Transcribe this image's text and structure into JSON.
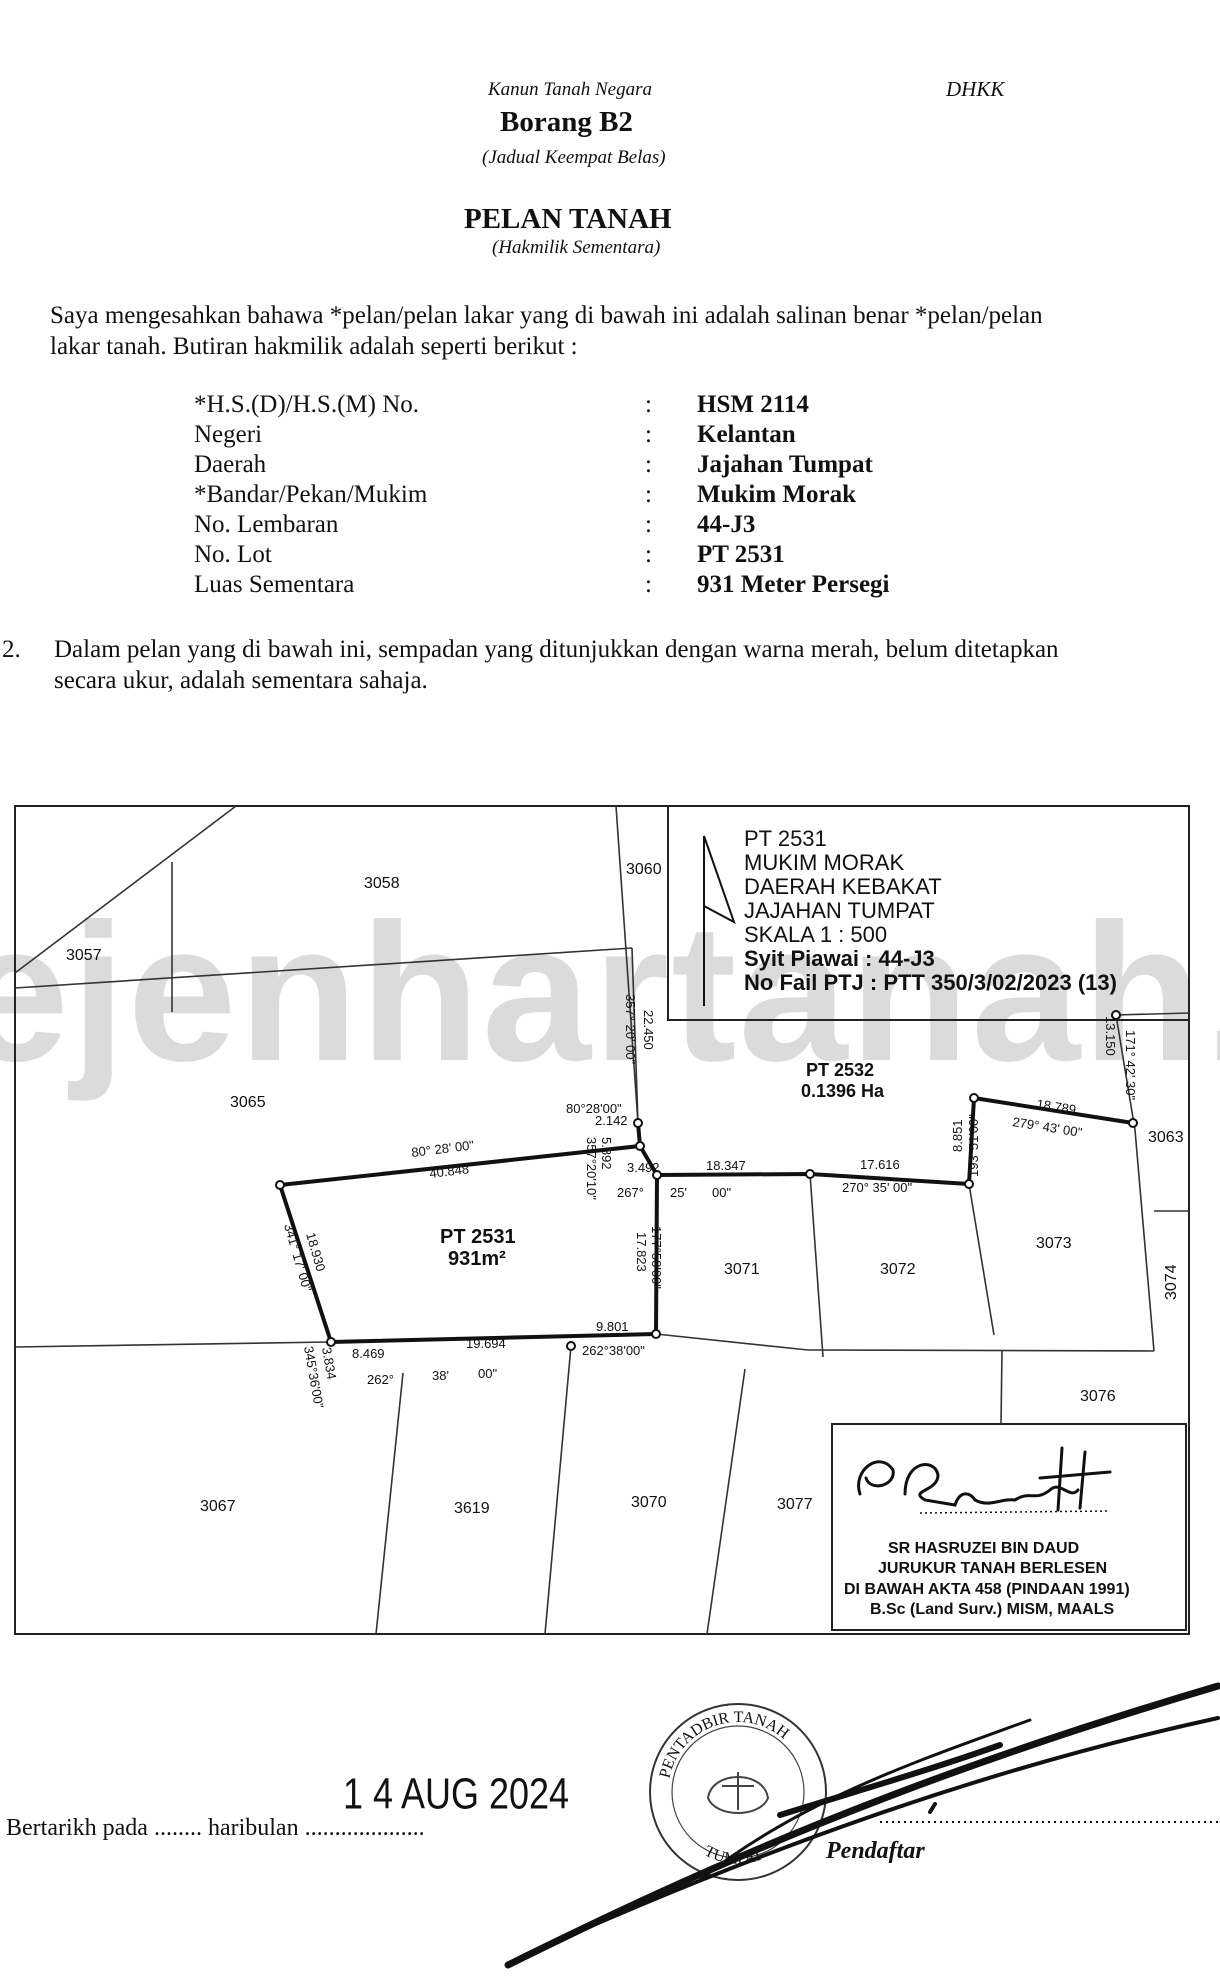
{
  "header": {
    "act": "Kanun Tanah Negara",
    "code": "DHKK",
    "form": "Borang B2",
    "schedule": "(Jadual Keempat Belas)",
    "title": "PELAN TANAH",
    "subtitle": "(Hakmilik Sementara)"
  },
  "intro": {
    "line1": "Saya mengesahkan bahawa *pelan/pelan lakar yang di bawah ini adalah salinan benar *pelan/pelan",
    "line2": "lakar tanah. Butiran hakmilik adalah seperti berikut :"
  },
  "details": [
    {
      "label": "*H.S.(D)/H.S.(M) No.",
      "colon": ":",
      "value": "HSM 2114"
    },
    {
      "label": "Negeri",
      "colon": ":",
      "value": "Kelantan"
    },
    {
      "label": "Daerah",
      "colon": ":",
      "value": "Jajahan Tumpat"
    },
    {
      "label": "*Bandar/Pekan/Mukim",
      "colon": ":",
      "value": "Mukim Morak"
    },
    {
      "label": "No. Lembaran",
      "colon": ":",
      "value": "44-J3"
    },
    {
      "label": "No. Lot",
      "colon": ":",
      "value": "PT 2531"
    },
    {
      "label": "Luas Sementara",
      "colon": ":",
      "value": "931 Meter Persegi"
    }
  ],
  "note": {
    "number": "2.",
    "line1": "Dalam pelan yang di bawah ini, sempadan yang ditunjukkan dengan warna merah, belum ditetapkan",
    "line2": "secara ukur, adalah sementara sahaja."
  },
  "watermark": "ejenhartanah.",
  "plan": {
    "info": [
      "PT 2531",
      "MUKIM MORAK",
      "DAERAH KEBAKAT",
      "JAJAHAN TUMPAT",
      "SKALA 1 : 500",
      "Syit Piawai : 44-J3",
      "No Fail PTJ : PTT 350/3/02/2023 (13)"
    ],
    "lots": {
      "l3058": "3058",
      "l3060": "3060",
      "l3057": "3057",
      "l3065": "3065",
      "l3063": "3063",
      "l3073": "3073",
      "l3074": "3074",
      "l3071": "3071",
      "l3072": "3072",
      "l3076": "3076",
      "l3067": "3067",
      "l3619": "3619",
      "l3070": "3070",
      "l3077": "3077"
    },
    "pt2532": {
      "name": "PT 2532",
      "area": "0.1396 Ha"
    },
    "pt2531": {
      "name": "PT 2531",
      "area": "931m²"
    },
    "dims": {
      "d1": "22.450",
      "d1b": "357° 20' 00\"",
      "d2": "80°28'00\"",
      "d2b": "2.142",
      "d3": "80° 28' 00\"",
      "d3b": "40.848",
      "d4": "5.892",
      "d4b": "357°20'10\"",
      "d5": "3.492",
      "d5b": "267°",
      "d5c": "25'",
      "d5d": "00\"",
      "d6": "18.347",
      "d7": "17.616",
      "d7b": "270° 35' 00\"",
      "d8": "8.851",
      "d8b": "193°51'00\"",
      "d9": "18.789",
      "d9b": "279° 43' 00\"",
      "d10": "13.150",
      "d10b": "171° 42' 30\"",
      "d11": "18.930",
      "d11b": "341° 17' 00\"",
      "d12": "177°58'00\"",
      "d12b": "17.823",
      "d13": "3.834",
      "d13b": "345°36'00\"",
      "d14": "8.469",
      "d14b": "262°",
      "d15": "19.694",
      "d15b": "38'",
      "d15c": "00\"",
      "d16": "9.801",
      "d16b": "262°38'00\""
    },
    "surveyor": [
      "SR HASRUZEI BIN DAUD",
      "JURUKUR TANAH BERLESEN",
      "DI BAWAH AKTA 458 (PINDAAN 1991)",
      "B.Sc (Land Surv.) MISM, MAALS"
    ]
  },
  "footer": {
    "dated_label": "Bertarikh pada ........ haribulan ....................",
    "date_stamp": "1 4  AUG  2024",
    "registrar": "Pendaftar",
    "seal_top": "PENTADBIR TANAH",
    "seal_bottom": "TUMPAT"
  }
}
